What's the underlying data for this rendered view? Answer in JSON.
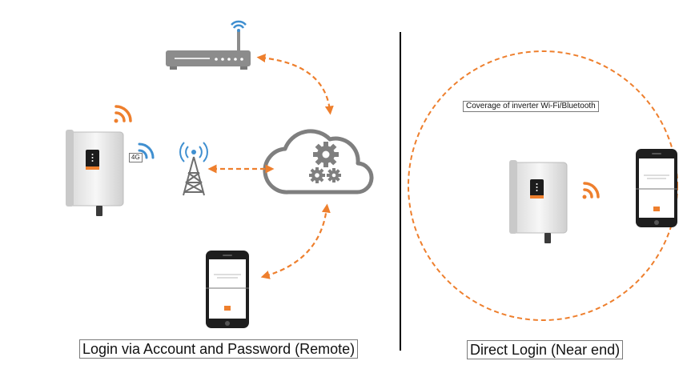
{
  "labels": {
    "remote_caption": "Login via Account and Password (Remote)",
    "near_caption": "Direct Login (Near end)",
    "coverage_label": "Coverage of inverter Wi-Fi/Bluetooth",
    "cellular_tag": "4G"
  },
  "icons": {
    "router": "router-icon",
    "cloud": "cloud-gears-icon",
    "tower": "cell-tower-icon",
    "inverter": "inverter-icon",
    "phone": "smartphone-icon",
    "wifi": "wifi-signal-icon"
  },
  "colors": {
    "accent": "#ee7f2d",
    "divider": "#000000",
    "device_gray": "#8c8c8c",
    "wifi_blue": "#3f8fd0"
  }
}
